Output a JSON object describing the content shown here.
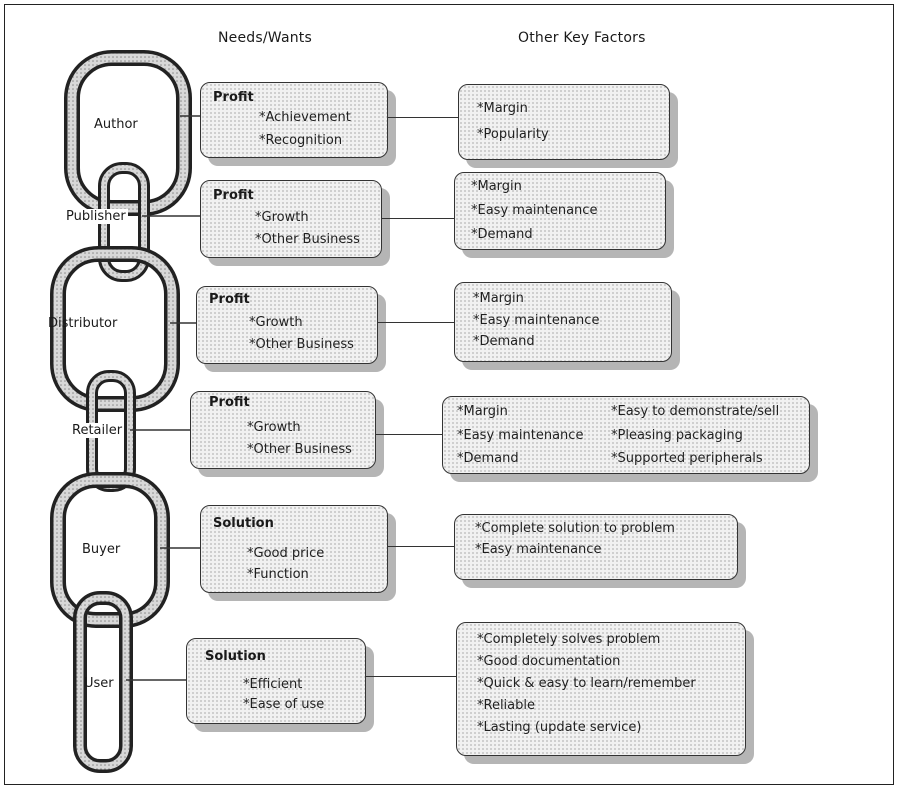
{
  "headers": {
    "needs": "Needs/Wants",
    "other": "Other Key Factors"
  },
  "links": [
    {
      "label": "Author"
    },
    {
      "label": "Publisher"
    },
    {
      "label": "Distributor"
    },
    {
      "label": "Retailer"
    },
    {
      "label": "Buyer"
    },
    {
      "label": "User"
    }
  ],
  "needs": [
    {
      "title": "Profit",
      "items": [
        "*Achievement",
        "*Recognition"
      ]
    },
    {
      "title": "Profit",
      "items": [
        "*Growth",
        "*Other Business"
      ]
    },
    {
      "title": "Profit",
      "items": [
        "*Growth",
        "*Other Business"
      ]
    },
    {
      "title": "Profit",
      "items": [
        "*Growth",
        "*Other Business"
      ]
    },
    {
      "title": "Solution",
      "items": [
        "*Good price",
        "*Function"
      ]
    },
    {
      "title": "Solution",
      "items": [
        "*Efficient",
        "*Ease of use"
      ]
    }
  ],
  "factors": [
    {
      "items": [
        "*Margin",
        "*Popularity"
      ]
    },
    {
      "items": [
        "*Margin",
        "*Easy maintenance",
        "*Demand"
      ]
    },
    {
      "items": [
        "*Margin",
        "*Easy maintenance",
        "*Demand"
      ]
    },
    {
      "items": [
        "*Margin",
        "*Easy maintenance",
        "*Demand"
      ],
      "items2": [
        "*Easy to demonstrate/sell",
        "*Pleasing packaging",
        "*Supported peripherals"
      ]
    },
    {
      "items": [
        "*Complete solution to problem",
        "*Easy maintenance"
      ]
    },
    {
      "items": [
        "*Completely solves problem",
        "*Good documentation",
        "*Quick & easy to learn/remember",
        "*Reliable",
        "*Lasting (update service)"
      ]
    }
  ]
}
